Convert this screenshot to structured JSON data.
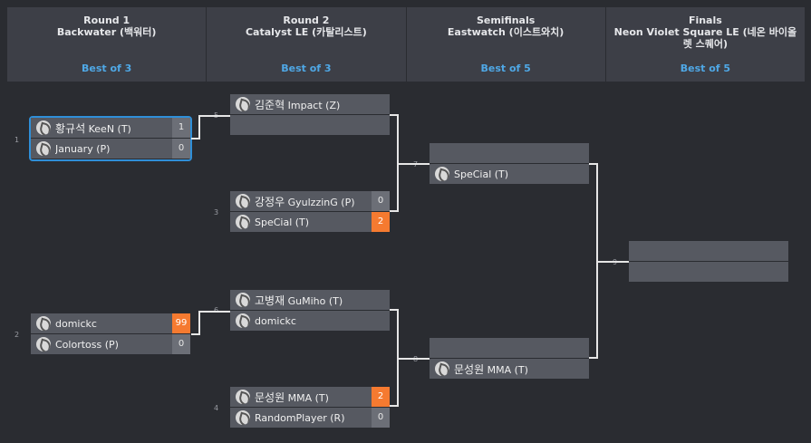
{
  "rounds": [
    {
      "title": "Round 1",
      "map": "Backwater (백워터)",
      "best_of": "Best of 3"
    },
    {
      "title": "Round 2",
      "map": "Catalyst LE (카탈리스트)",
      "best_of": "Best of 3"
    },
    {
      "title": "Semifinals",
      "map": "Eastwatch (이스트와치)",
      "best_of": "Best of 5"
    },
    {
      "title": "Finals",
      "map": "Neon Violet Square LE (네온 바이올렛 스퀘어)",
      "best_of": "Best of 5"
    }
  ],
  "matches": {
    "m1": {
      "number": "1",
      "p1": {
        "kr": "황규석",
        "name": "KeeN (T)",
        "score": "1"
      },
      "p2": {
        "kr": "",
        "name": "January (P)",
        "score": "0"
      }
    },
    "m2": {
      "number": "2",
      "p1": {
        "kr": "",
        "name": "domickc",
        "score": "99"
      },
      "p2": {
        "kr": "",
        "name": "Colortoss (P)",
        "score": "0"
      }
    },
    "m3": {
      "number": "3",
      "p1": {
        "kr": "강정우",
        "name": "GyulzzinG (P)",
        "score": "0"
      },
      "p2": {
        "kr": "",
        "name": "SpeCial (T)",
        "score": "2"
      }
    },
    "m4": {
      "number": "4",
      "p1": {
        "kr": "문성원",
        "name": "MMA (T)",
        "score": "2"
      },
      "p2": {
        "kr": "",
        "name": "RandomPlayer (R)",
        "score": "0"
      }
    },
    "m5": {
      "number": "5",
      "p1": {
        "kr": "김준혁",
        "name": "Impact (Z)"
      }
    },
    "m6": {
      "number": "6",
      "p1": {
        "kr": "고병재",
        "name": "GuMiho (T)"
      },
      "p2": {
        "kr": "",
        "name": "domickc"
      }
    },
    "m7": {
      "number": "7",
      "p2": {
        "kr": "",
        "name": "SpeCial (T)"
      }
    },
    "m8": {
      "number": "8",
      "p2": {
        "kr": "문성원",
        "name": "MMA (T)"
      }
    },
    "m9": {
      "number": "9"
    }
  },
  "colors": {
    "win_score": "#f57a30",
    "accent": "#4fa8e6",
    "highlight": "#2f8fd8"
  }
}
